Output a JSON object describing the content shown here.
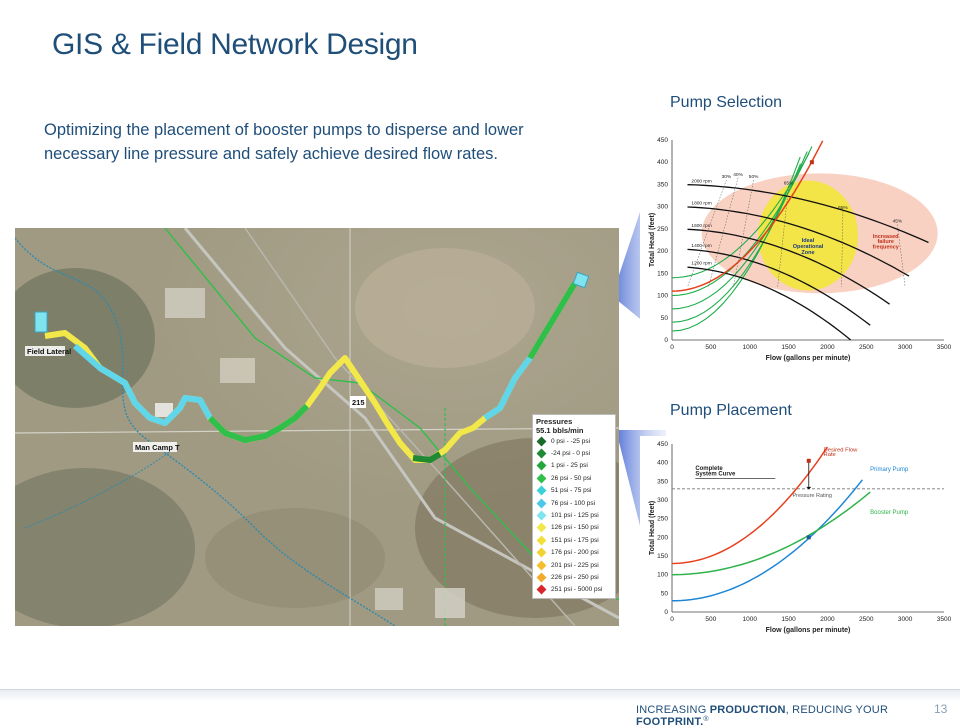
{
  "slide": {
    "title": "GIS & Field Network Design",
    "subtitle": "Optimizing the placement of booster pumps to disperse and lower necessary line pressure and safely achieve desired flow rates.",
    "page_number": "13",
    "footer": {
      "part1": "INCREASING ",
      "part2": "PRODUCTION",
      "part3": ", REDUCING YOUR ",
      "part4": "FOOTPRINT.",
      "mark": "®"
    }
  },
  "map": {
    "labels": {
      "field_lateral": "Field Lateral",
      "man_camp": "Man Camp T",
      "road": "215"
    },
    "legend": {
      "title": "Pressures",
      "flow": "55.1 bbls/min",
      "items": [
        {
          "label": "0 psi - -25 psi",
          "color": "#1a6b2a"
        },
        {
          "label": "-24 psi - 0 psi",
          "color": "#1f8a33"
        },
        {
          "label": "1 psi - 25 psi",
          "color": "#23a63c"
        },
        {
          "label": "26 psi - 50 psi",
          "color": "#2fbf4a"
        },
        {
          "label": "51 psi - 75 psi",
          "color": "#3ed0d8"
        },
        {
          "label": "76 psi - 100 psi",
          "color": "#4cc8e8"
        },
        {
          "label": "101 psi - 125 psi",
          "color": "#7fe3f0"
        },
        {
          "label": "126 psi - 150 psi",
          "color": "#f2e84a"
        },
        {
          "label": "151 psi - 175 psi",
          "color": "#f3df3c"
        },
        {
          "label": "176 psi - 200 psi",
          "color": "#f5d233"
        },
        {
          "label": "201 psi - 225 psi",
          "color": "#f5bd2f"
        },
        {
          "label": "226 psi - 250 psi",
          "color": "#f3a92a"
        },
        {
          "label": "251 psi - 5000 psi",
          "color": "#d9262c"
        }
      ]
    }
  },
  "pump_selection": {
    "label": "Pump Selection",
    "chart_data": {
      "type": "line",
      "xlabel": "Flow (gallons per minute)",
      "ylabel": "Total Head (feet)",
      "xlim": [
        0,
        3500
      ],
      "ylim": [
        0,
        450
      ],
      "xticks": [
        "0",
        "500",
        "1000",
        "1500",
        "2000",
        "2500",
        "3000",
        "3500"
      ],
      "yticks": [
        "0",
        "50",
        "100",
        "150",
        "200",
        "250",
        "300",
        "350",
        "400",
        "450"
      ],
      "rpm_labels": [
        "2000 rpm",
        "1800 rpm",
        "1600 rpm",
        "1400 rpm",
        "1200 rpm"
      ],
      "efficiency_labels": [
        "30%",
        "40%",
        "50%",
        "65%",
        "65%",
        "45%"
      ],
      "zone_labels": {
        "ideal": "Ideal Operational Zone",
        "failure": "Increased failure frequency"
      },
      "colors": {
        "system": "#e8401c",
        "pump": "#1fae4b",
        "ideal": "#f2e53b",
        "failure": "#f7c6b4"
      }
    }
  },
  "pump_placement": {
    "label": "Pump Placement",
    "chart_data": {
      "type": "line",
      "xlabel": "Flow (gallons per minute)",
      "ylabel": "Total Head (feet)",
      "xlim": [
        0,
        3500
      ],
      "ylim": [
        0,
        450
      ],
      "xticks": [
        "0",
        "500",
        "1000",
        "1500",
        "2000",
        "2500",
        "3000",
        "3500"
      ],
      "yticks": [
        "0",
        "50",
        "100",
        "150",
        "200",
        "250",
        "300",
        "350",
        "400",
        "450"
      ],
      "pressure_rating": 330,
      "annotations": {
        "system": "Complete System Curve",
        "desired": "Desired Flow Rate",
        "rating": "Pressure Rating"
      },
      "series": [
        {
          "name": "Primary Pump",
          "color": "#1f86d6"
        },
        {
          "name": "Booster Pump",
          "color": "#2fb34a"
        }
      ]
    }
  }
}
